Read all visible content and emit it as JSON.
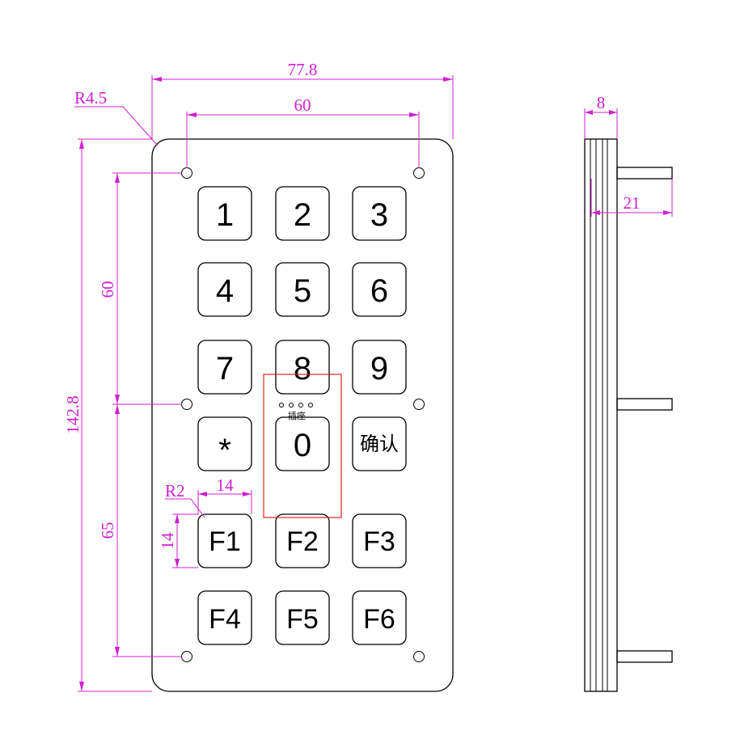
{
  "keys": [
    {
      "label": "1"
    },
    {
      "label": "2"
    },
    {
      "label": "3"
    },
    {
      "label": "4"
    },
    {
      "label": "5"
    },
    {
      "label": "6"
    },
    {
      "label": "7"
    },
    {
      "label": "8"
    },
    {
      "label": "9"
    },
    {
      "label": "*"
    },
    {
      "label": "0"
    },
    {
      "label": "确认"
    },
    {
      "label": "F1"
    },
    {
      "label": "F2"
    },
    {
      "label": "F3"
    },
    {
      "label": "F4"
    },
    {
      "label": "F5"
    },
    {
      "label": "F6"
    }
  ],
  "socket_label": "插座",
  "dimensions": {
    "overall_width": "77.8",
    "hole_spacing_x": "60",
    "corner_radius": "R4.5",
    "overall_height": "142.8",
    "hole_spacing_upper": "60",
    "hole_spacing_lower": "65",
    "key_corner_radius": "R2",
    "key_width": "14",
    "key_height": "14",
    "side_thickness": "8",
    "side_pin_length": "21"
  },
  "colors": {
    "dimension": "#d020d0",
    "socket_box": "#e02020",
    "outline": "#000000"
  }
}
